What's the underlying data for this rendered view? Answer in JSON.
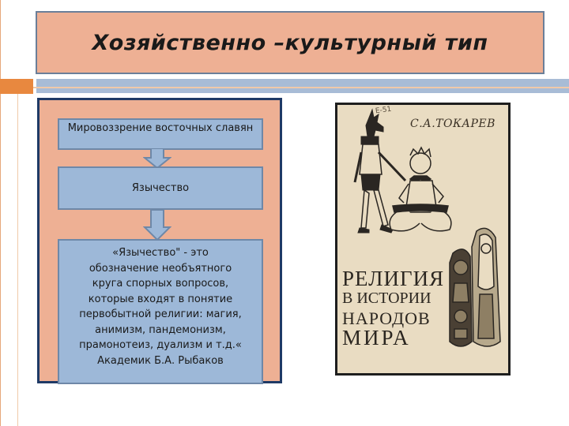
{
  "slide": {
    "title": "Хозяйственно –культурный тип"
  },
  "diagram": {
    "box1": "Мировоззрение восточных славян",
    "box2": "Язычество",
    "box3": "«Язычество\"  - это\nобозначение  необъятного\nкруга спорных вопросов,\nкоторые входят в понятие\nпервобытной религии: магия,\nанимизм, пандемонизм,\nпрамонотеиз, дуализм и т.д.«\n           Академик Б.А. Рыбаков"
  },
  "book": {
    "code": "Е-51",
    "author": "С.А.ТОКАРЕВ",
    "title_line1": "РЕЛИГИЯ",
    "title_line2": "В ИСТОРИИ",
    "title_line3": "НАРОДОВ",
    "title_line4": "МИРА"
  },
  "colors": {
    "title_bg": "#eeb094",
    "panel_border": "#1f3a66",
    "flow_box_bg": "#9db8d8",
    "accent_orange": "#e8883f",
    "accent_blue": "#a8bcd6"
  }
}
